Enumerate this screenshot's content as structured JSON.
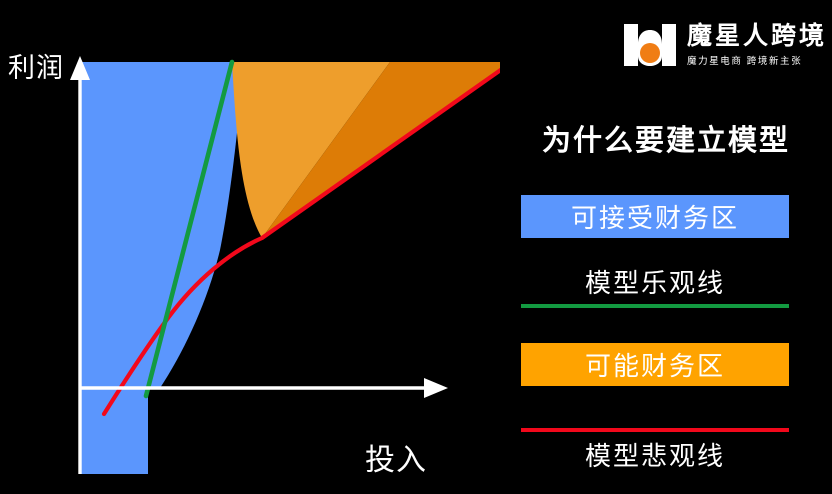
{
  "slide": {
    "background_color": "#000000",
    "title": "为什么要建立模型"
  },
  "logo": {
    "name": "mo-xing-ren-kua-jing-logo",
    "main_text": "魔星人跨境",
    "sub_text": "魔力星电商  跨境新主张",
    "mark_color": "#ffffff",
    "mark_dot_color": "#F07D14"
  },
  "chart": {
    "y_axis_label": "利润",
    "x_axis_label": "投入",
    "axis_color": "#ffffff"
  },
  "legend": {
    "items": [
      {
        "label": "可接受财务区",
        "type": "area",
        "color": "#5B96FD"
      },
      {
        "label": "模型乐观线",
        "type": "line",
        "color": "#139A41"
      },
      {
        "label": "可能财务区",
        "type": "area",
        "color": "#FFA300"
      },
      {
        "label": "模型悲观线",
        "type": "line",
        "color": "#F2081B"
      }
    ]
  },
  "chart_data": {
    "type": "area",
    "title": "为什么要建立模型",
    "xlabel": "投入",
    "ylabel": "利润",
    "grid": false,
    "legend_position": "right",
    "xlim": [
      0,
      1
    ],
    "ylim": [
      -0.25,
      1
    ],
    "series": [
      {
        "name": "模型乐观线",
        "type": "line",
        "color": "#139A41",
        "x": [
          0.04,
          0.13,
          0.36
        ],
        "y": [
          -0.02,
          0.22,
          1.0
        ]
      },
      {
        "name": "模型悲观线",
        "type": "line",
        "color": "#F2081B",
        "x": [
          0.02,
          0.17,
          0.42,
          0.7,
          1.0
        ],
        "y": [
          -0.12,
          0.16,
          0.45,
          0.66,
          1.0
        ]
      },
      {
        "name": "可接受财务区",
        "type": "area",
        "color": "#5B96FD",
        "description": "蓝色区域：Y轴与模型乐观线之间，含坐标轴以下的矩形部分"
      },
      {
        "name": "可能财务区",
        "type": "area",
        "color": "#FFA300",
        "color_dark": "#DD7C06",
        "description": "橙色区域：模型乐观线与模型悲观线之间"
      }
    ]
  }
}
